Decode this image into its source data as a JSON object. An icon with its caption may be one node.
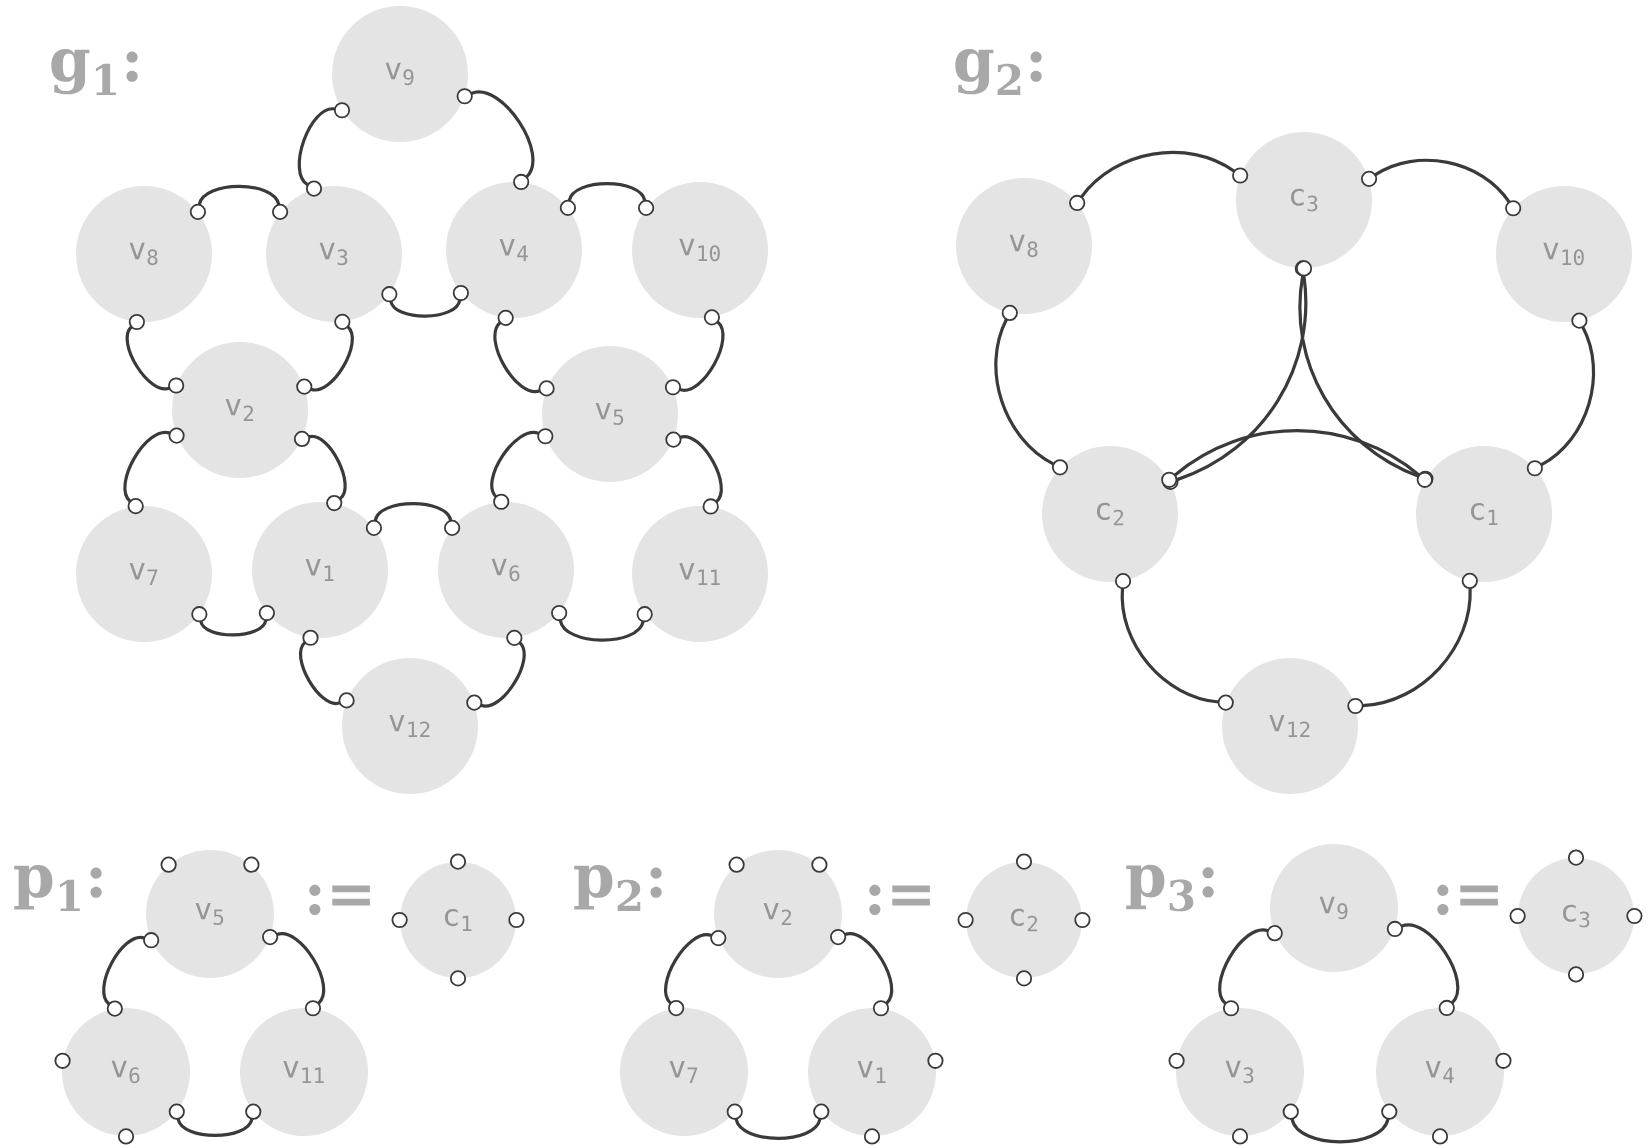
{
  "diagram": {
    "nodes": [
      {
        "text": [
          "v$_{9}$"
        ]
      },
      {
        "text": [
          "v$_{8}$"
        ]
      },
      {
        "text": [
          "v$_{3}$"
        ]
      },
      {
        "text": [
          "v$_{4}$"
        ]
      },
      {
        "text": [
          "v$_{10}$"
        ]
      },
      {
        "text": [
          "v$_{2}$"
        ]
      },
      {
        "text": [
          "v$_{5}$"
        ]
      },
      {
        "text": [
          "v$_{7}$"
        ]
      },
      {
        "text": [
          "v$_{1}$"
        ]
      },
      {
        "text": [
          "v$_{6}$"
        ]
      },
      {
        "text": [
          "v$_{11}$"
        ]
      },
      {
        "text": [
          "v$_{12}$"
        ]
      },
      {
        "text": [
          "v$_{8}$"
        ]
      },
      {
        "text": [
          "c$_{3}$"
        ]
      },
      {
        "text": [
          "v$_{10}$"
        ]
      },
      {
        "text": [
          "c$_{2}$"
        ]
      },
      {
        "text": [
          "c$_{1}$"
        ]
      },
      {
        "text": [
          "v$_{12}$"
        ]
      },
      {
        "text": [
          "v$_{5}$"
        ]
      },
      {
        "text": [
          "c$_{1}$"
        ]
      },
      {
        "text": [
          "v$_{2}$"
        ]
      },
      {
        "text": [
          "c$_{2}$"
        ]
      },
      {
        "text": [
          "v$_{9}$"
        ]
      },
      {
        "text": [
          "c$_{3}$"
        ]
      },
      {
        "text": [
          "v$_{6}$"
        ]
      },
      {
        "text": [
          "v$_{11}$"
        ]
      },
      {
        "text": [
          "v$_{7}$"
        ]
      },
      {
        "text": [
          "v$_{1}$"
        ]
      },
      {
        "text": [
          "v$_{3}$"
        ]
      },
      {
        "text": [
          "v$_{4}$"
        ]
      }
    ],
    "edges": [
      {
        "from": 0,
        "to": 2,
        "arrow": "none"
      },
      {
        "from": 0,
        "to": 3,
        "arrow": "none"
      },
      {
        "from": 2,
        "to": 3,
        "arrow": "none"
      },
      {
        "from": 1,
        "to": 2,
        "arrow": "none"
      },
      {
        "from": 1,
        "to": 5,
        "arrow": "none"
      },
      {
        "from": 2,
        "to": 5,
        "arrow": "none"
      },
      {
        "from": 3,
        "to": 4,
        "arrow": "none"
      },
      {
        "from": 3,
        "to": 6,
        "arrow": "none"
      },
      {
        "from": 4,
        "to": 6,
        "arrow": "none"
      },
      {
        "from": 5,
        "to": 7,
        "arrow": "none"
      },
      {
        "from": 5,
        "to": 8,
        "arrow": "none"
      },
      {
        "from": 7,
        "to": 8,
        "arrow": "none"
      },
      {
        "from": 6,
        "to": 9,
        "arrow": "none"
      },
      {
        "from": 6,
        "to": 10,
        "arrow": "none"
      },
      {
        "from": 9,
        "to": 10,
        "arrow": "none"
      },
      {
        "from": 8,
        "to": 9,
        "arrow": "none"
      },
      {
        "from": 8,
        "to": 11,
        "arrow": "none"
      },
      {
        "from": 9,
        "to": 11,
        "arrow": "none"
      },
      {
        "from": 12,
        "to": 13,
        "arrow": "none"
      },
      {
        "from": 13,
        "to": 14,
        "arrow": "none"
      },
      {
        "from": 12,
        "to": 15,
        "arrow": "none"
      },
      {
        "from": 13,
        "to": 15,
        "arrow": "none"
      },
      {
        "from": 13,
        "to": 16,
        "arrow": "none"
      },
      {
        "from": 14,
        "to": 16,
        "arrow": "none"
      },
      {
        "from": 15,
        "to": 16,
        "arrow": "none"
      },
      {
        "from": 15,
        "to": 17,
        "arrow": "none"
      },
      {
        "from": 16,
        "to": 17,
        "arrow": "none"
      },
      {
        "from": 18,
        "to": 24,
        "arrow": "none"
      },
      {
        "from": 18,
        "to": 25,
        "arrow": "none"
      },
      {
        "from": 24,
        "to": 25,
        "arrow": "none"
      },
      {
        "from": 20,
        "to": 26,
        "arrow": "none"
      },
      {
        "from": 20,
        "to": 27,
        "arrow": "none"
      },
      {
        "from": 26,
        "to": 27,
        "arrow": "none"
      },
      {
        "from": 22,
        "to": 28,
        "arrow": "none"
      },
      {
        "from": 22,
        "to": 29,
        "arrow": "none"
      },
      {
        "from": 28,
        "to": 29,
        "arrow": "none"
      }
    ],
    "labels": [
      "g$_{1}$:",
      "g$_{2}$:",
      "p$_{1}$:",
      ":=",
      "p$_{2}$:",
      ":=",
      "p$_{3}$:",
      ":="
    ]
  }
}
